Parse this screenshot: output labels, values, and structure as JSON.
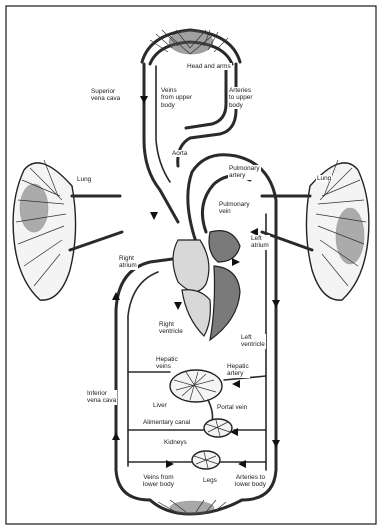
{
  "diagram": {
    "labels": {
      "head_and_arms": "Head and arms",
      "superior_vena_cava": "Superior\nvena cava",
      "veins_from_upper_body": "Veins\nfrom upper\nbody",
      "arteries_to_upper_body": "Arteries\nto upper\nbody",
      "aorta": "Aorta",
      "pulmonary_artery": "Pulmonary\nartery",
      "lung_left": "Lung",
      "lung_right": "Lung",
      "pulmonary_vein": "Pulmonary\nvein",
      "left_atrium": "Left\natrium",
      "right_atrium": "Right\natrium",
      "right_ventricle": "Right\nventricle",
      "left_ventricle": "Left\nventricle",
      "hepatic_veins": "Hepatic\nveins",
      "hepatic_artery": "Hepatic\nartery",
      "inferior_vena_cava": "Inferior\nvena cava",
      "liver": "Liver",
      "portal_vein": "Portal vein",
      "alimentary_canal": "Alimentary canal",
      "kidneys": "Kidneys",
      "veins_from_lower_body": "Veins from\nlower body",
      "legs": "Legs",
      "arteries_to_lower_body": "Arteries to\nlower body"
    }
  }
}
